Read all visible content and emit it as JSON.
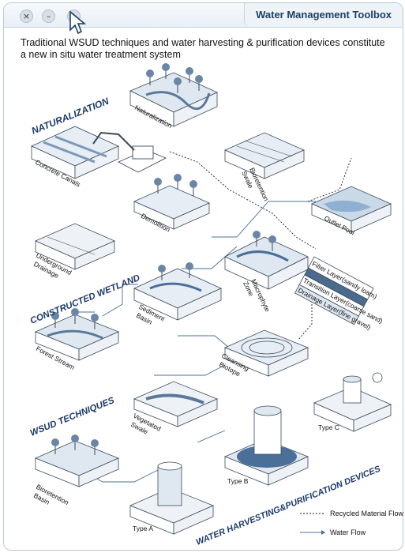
{
  "window": {
    "title": "Water Management Toolbox",
    "controls": {
      "close": "×",
      "minimize": "–",
      "maximize": "+"
    }
  },
  "intro": "Traditional WSUD techniques and water harvesting & purification devices constitute a new in situ water treatment system",
  "sections": {
    "naturalization": "NATURALIZATION",
    "constructed_wetland": "CONSTRUCTED WETLAND",
    "wsud": "WSUD TECHNIQUES",
    "water_harvesting": "WATER HARVESTING&PURIFICATION DEVICES"
  },
  "blocks": {
    "naturalization": "Naturalization",
    "concrete_canals": "Concrete Canals",
    "bioretention_swale": [
      "Bioretention",
      "Swale"
    ],
    "demolition": "Demolition",
    "outlet_pool": "Outlet Pool",
    "underground_drainage": [
      "Underground",
      "Drainage"
    ],
    "macrophyte_zone": [
      "Macrophyte",
      "Zone"
    ],
    "sediment_basin": [
      "Sediment",
      "Basin"
    ],
    "forest_stream": "Forest Stream",
    "cleansing_biotope": [
      "Cleansing",
      "Biotope"
    ],
    "vegetated_swale": [
      "Vegetated",
      "Swale"
    ],
    "bioretention_basin": [
      "Bioretention",
      "Basin"
    ],
    "type_a": "Type A",
    "type_b": "Type B",
    "type_c": "Type C"
  },
  "layers": {
    "filter": "Filter Layer(sandy loam)",
    "transition": "Transition Layer(coarse sand)",
    "drainage": "Drainage Layer(fine gravel)"
  },
  "legend": {
    "recycled": "Recycled Material Flow",
    "water": "Water Flow"
  },
  "colors": {
    "accent": "#1b3a6b",
    "water": "#8fb0d0",
    "block_line": "#3a4a5a",
    "flow_line": "#4a6f98"
  }
}
